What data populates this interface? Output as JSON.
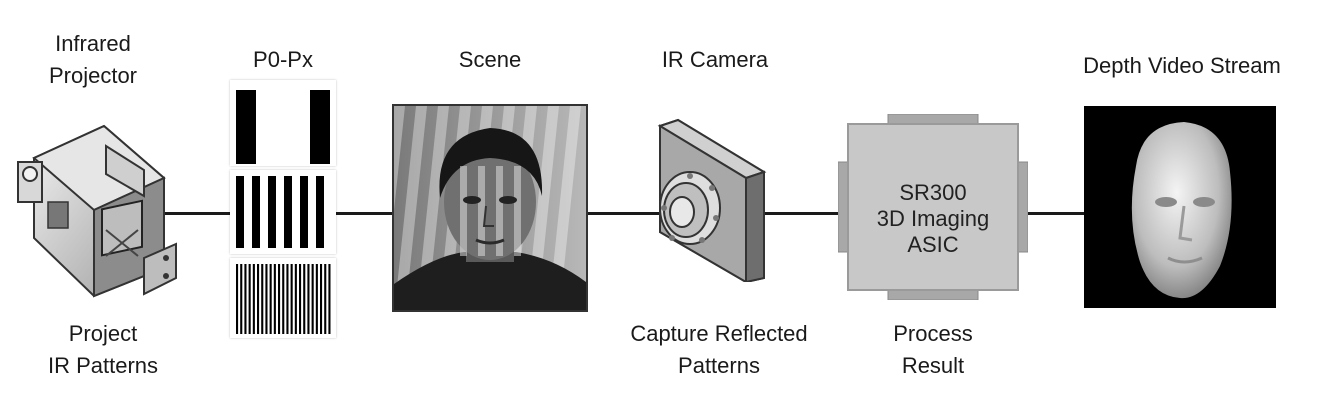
{
  "nodes": {
    "projector": {
      "title_line1": "Infrared",
      "title_line2": "Projector",
      "caption_line1": "Project",
      "caption_line2": "IR Patterns",
      "icon": "infrared-projector-icon"
    },
    "patterns": {
      "title": "P0-Px"
    },
    "scene": {
      "title": "Scene",
      "icon": "face-scene-image"
    },
    "camera": {
      "title": "IR Camera",
      "caption_line1": "Capture Reflected",
      "caption_line2": "Patterns",
      "icon": "ir-camera-icon"
    },
    "asic": {
      "label_line1": "SR300",
      "label_line2": "3D Imaging",
      "label_line3": "ASIC",
      "caption_line1": "Process",
      "caption_line2": "Result"
    },
    "depth": {
      "title": "Depth Video Stream",
      "icon": "depth-face-image"
    }
  },
  "colors": {
    "line": "#1a1a1a",
    "chip": "#c8c8c8",
    "chip_pins": "#a8a8a8",
    "depth_bg": "#000000"
  }
}
